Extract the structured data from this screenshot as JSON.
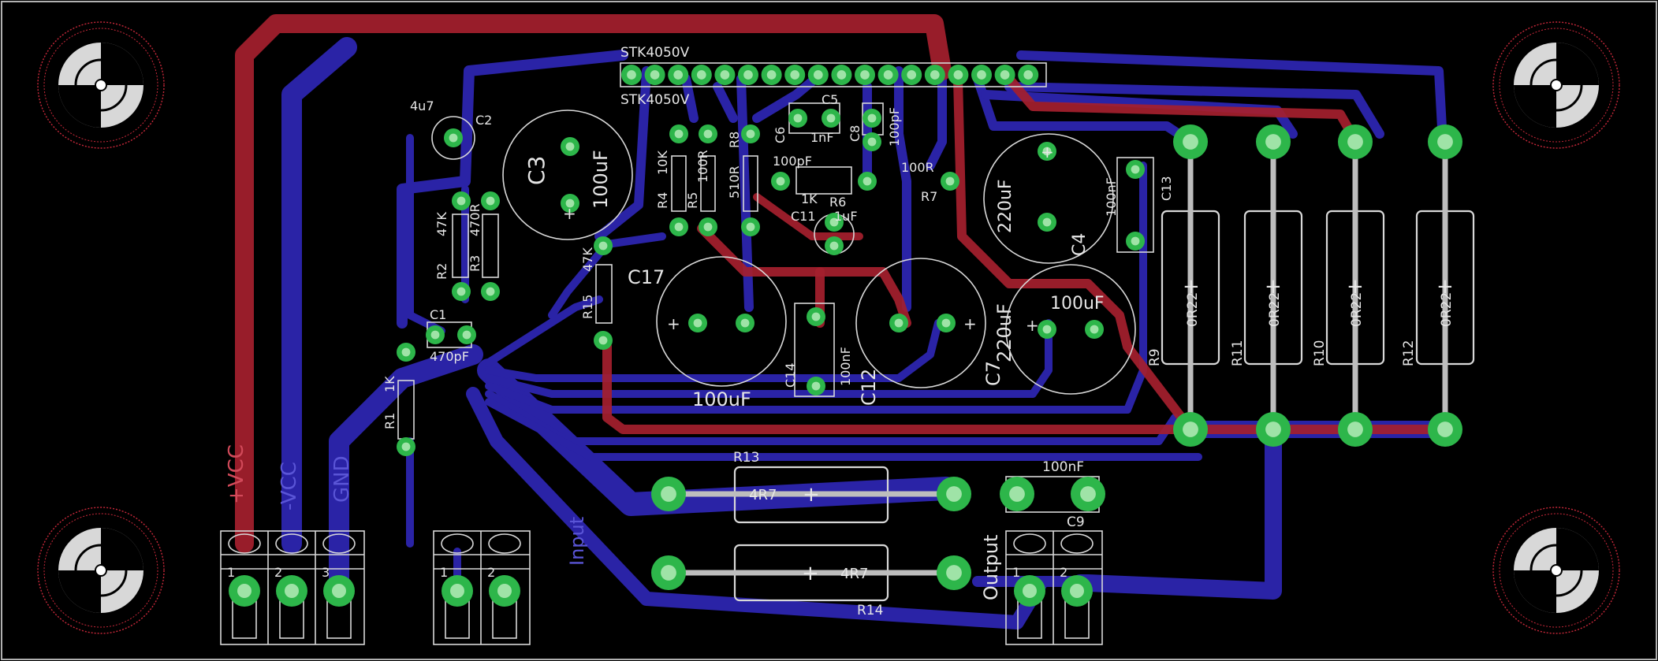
{
  "ic": {
    "name_top": "STK4050V",
    "name_bottom": "STK4050V"
  },
  "components": [
    {
      "id": "C2",
      "name": "C2",
      "value": "4u7"
    },
    {
      "id": "C3",
      "name": "C3",
      "value": "100uF"
    },
    {
      "id": "R2",
      "name": "R2",
      "value": "47K"
    },
    {
      "id": "R3",
      "name": "R3",
      "value": "470R"
    },
    {
      "id": "R4",
      "name": "R4",
      "value": "10K"
    },
    {
      "id": "R5",
      "name": "R5",
      "value": "100R"
    },
    {
      "id": "R8",
      "name": "R8",
      "value": "510R"
    },
    {
      "id": "C6",
      "name": "C6",
      "value": "1nF"
    },
    {
      "id": "C5",
      "name": "C5",
      "value": ""
    },
    {
      "id": "C8",
      "name": "C8",
      "value": "100pF"
    },
    {
      "id": "C10",
      "name": "",
      "value": "100pF"
    },
    {
      "id": "R6",
      "name": "R6",
      "value": "1K"
    },
    {
      "id": "C11",
      "name": "C11",
      "value": "1uF"
    },
    {
      "id": "R7",
      "name": "R7",
      "value": "100R"
    },
    {
      "id": "C4",
      "name": "C4",
      "value": "220uF"
    },
    {
      "id": "C13",
      "name": "C13",
      "value": "100nF"
    },
    {
      "id": "R15",
      "name": "R15",
      "value": "47K"
    },
    {
      "id": "C17",
      "name": "C17",
      "value": "100uF"
    },
    {
      "id": "C14",
      "name": "C14",
      "value": "100nF"
    },
    {
      "id": "C12",
      "name": "C12",
      "value": "220uF"
    },
    {
      "id": "C7",
      "name": "C7",
      "value": "100uF"
    },
    {
      "id": "C1",
      "name": "C1",
      "value": "470pF"
    },
    {
      "id": "R1",
      "name": "R1",
      "value": "1K"
    },
    {
      "id": "R9",
      "name": "R9",
      "value": "0R22"
    },
    {
      "id": "R11",
      "name": "R11",
      "value": "0R22"
    },
    {
      "id": "R10",
      "name": "R10",
      "value": "0R22"
    },
    {
      "id": "R12",
      "name": "R12",
      "value": "0R22"
    },
    {
      "id": "R13",
      "name": "R13",
      "value": "4R7"
    },
    {
      "id": "R14",
      "name": "R14",
      "value": "4R7"
    },
    {
      "id": "C9",
      "name": "C9",
      "value": "100nF"
    }
  ],
  "power_terminal": {
    "pins": [
      "1",
      "2",
      "3"
    ],
    "nets": [
      "+VCC",
      "-VCC",
      "GND"
    ]
  },
  "input_terminal": {
    "pins": [
      "1",
      "2"
    ],
    "label": "Input"
  },
  "output_terminal": {
    "pins": [
      "1",
      "2"
    ],
    "label": "Output"
  },
  "plus_sign": "+",
  "colors": {
    "top_copper": "#a5202e",
    "bottom_copper": "#2a23a6",
    "pad": "#2db64a",
    "silkscreen": "#d8d8d8",
    "mount_ring": "#c8283a",
    "board_edge": "#b0b0b0"
  }
}
